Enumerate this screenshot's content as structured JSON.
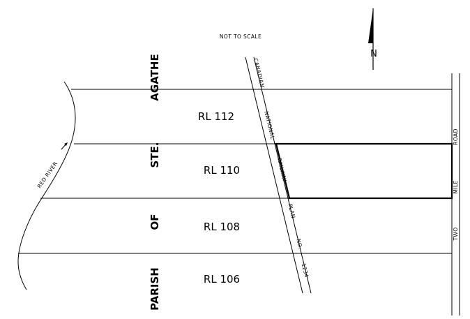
{
  "note": "NOT TO SCALE",
  "north_arrow": {
    "label": "N",
    "icon": "north-arrow-icon"
  },
  "lots": [
    {
      "label": "RL  112"
    },
    {
      "label": "RL  110"
    },
    {
      "label": "RL  108"
    },
    {
      "label": "RL  106"
    }
  ],
  "parish_words": [
    "AGATHE",
    "STE.",
    "OF",
    "PARISH"
  ],
  "river_label": "RED   RIVER",
  "railway_words": [
    "CANADIAN",
    "NATIONAL",
    "RAILWAY",
    "PLAN",
    "NO.",
    "1234"
  ],
  "road_words": [
    "ROAD",
    "MILE",
    "TWO"
  ],
  "colors": {
    "line": "#000000",
    "background": "#ffffff"
  }
}
